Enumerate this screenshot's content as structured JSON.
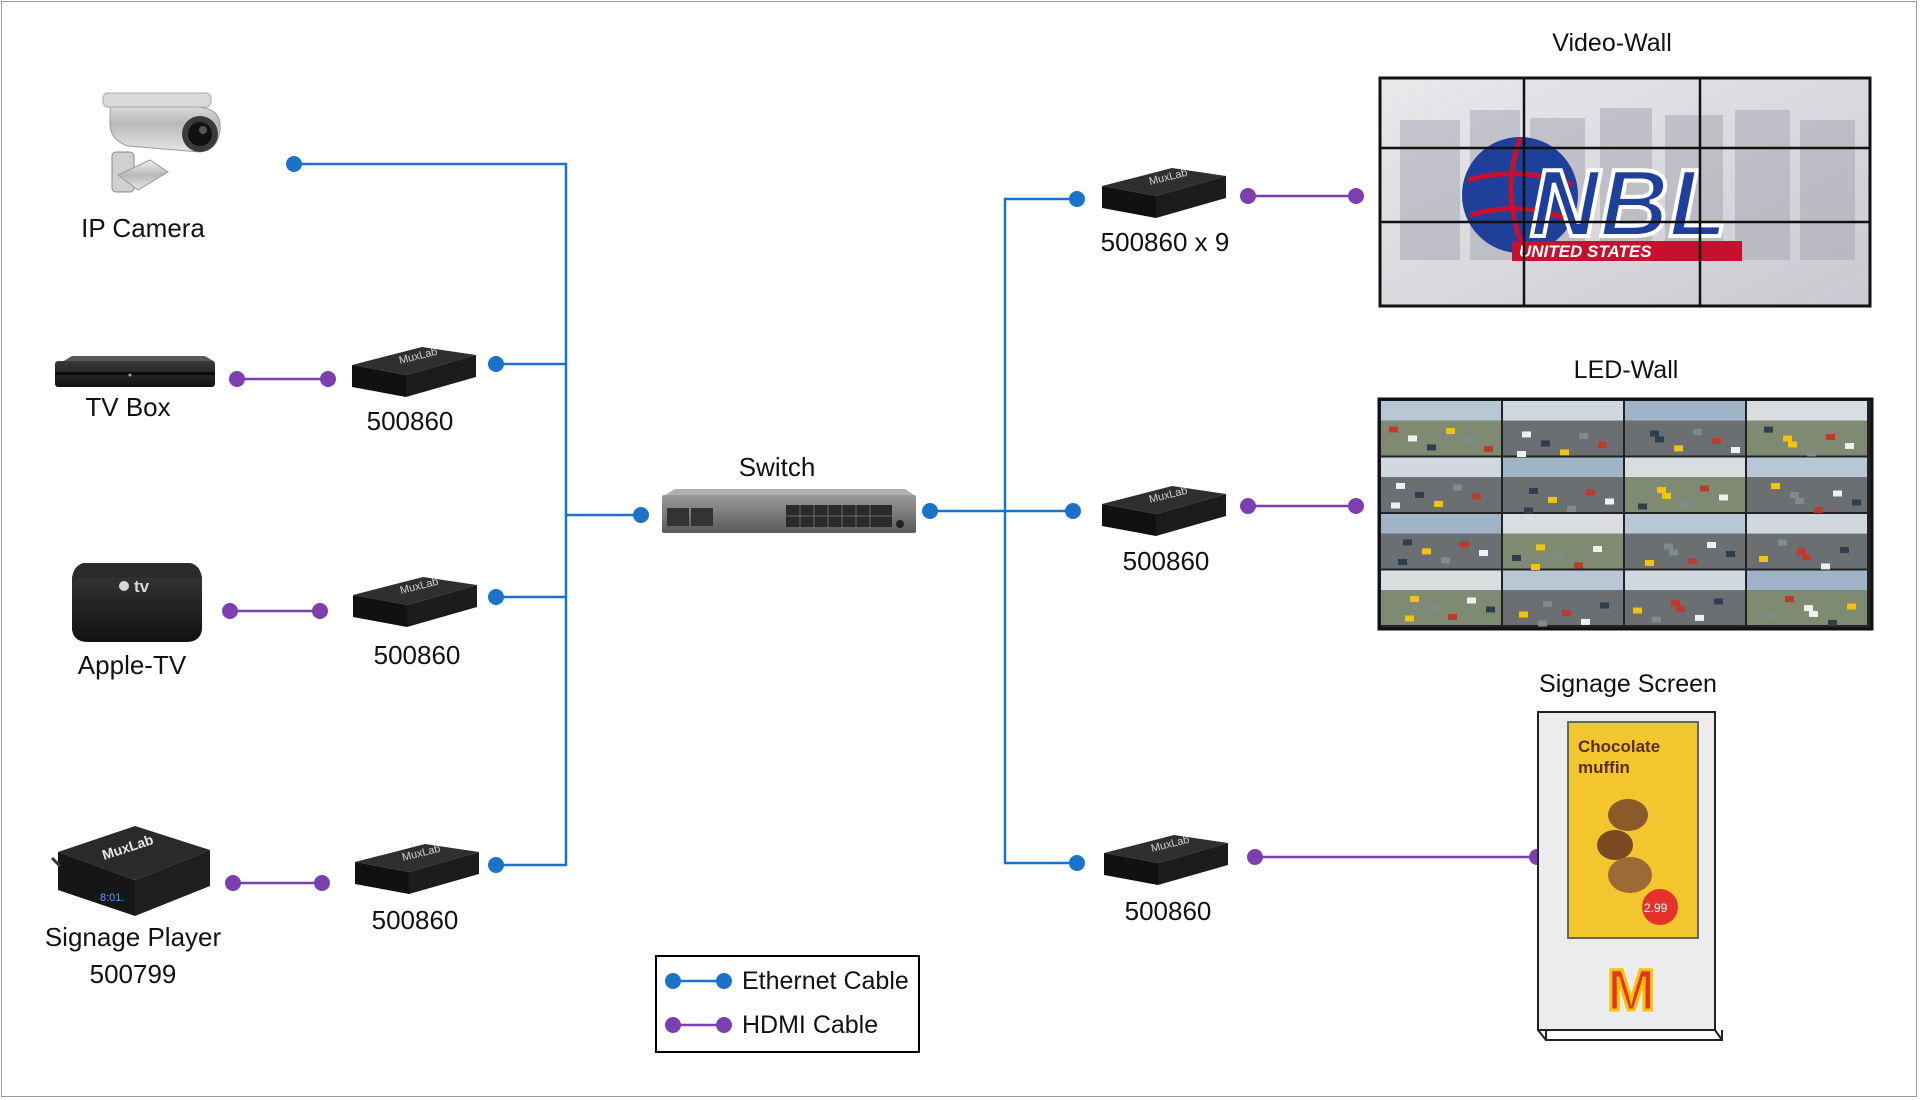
{
  "colors": {
    "ethernet": "#1a73c8",
    "hdmi": "#7b3fb0"
  },
  "sources": {
    "ip_camera": "IP Camera",
    "tv_box": "TV Box",
    "apple_tv": "Apple-TV",
    "signage_player": "Signage Player",
    "signage_player_model": "500799"
  },
  "encoders": {
    "tv_box_encoder": "500860",
    "apple_tv_encoder": "500860",
    "signage_encoder": "500860"
  },
  "switch": {
    "label": "Switch"
  },
  "decoders": {
    "video_wall_decoder": "500860 x 9",
    "led_wall_decoder": "500860",
    "signage_decoder": "500860"
  },
  "displays": {
    "video_wall": "Video-Wall",
    "led_wall": "LED-Wall",
    "signage_screen": "Signage Screen"
  },
  "device_branding": {
    "muxlab": "MuxLab",
    "apple_tv_logo": "tv"
  },
  "screen_content": {
    "nbl_logo": "NBL",
    "nbl_sub": "UNITED STATES",
    "ad_title_1": "Chocolate",
    "ad_title_2": "muffin",
    "ad_price": "2.99",
    "ad_brand_mark": "M"
  },
  "legend": {
    "ethernet_label": "Ethernet Cable",
    "hdmi_label": "HDMI Cable"
  }
}
